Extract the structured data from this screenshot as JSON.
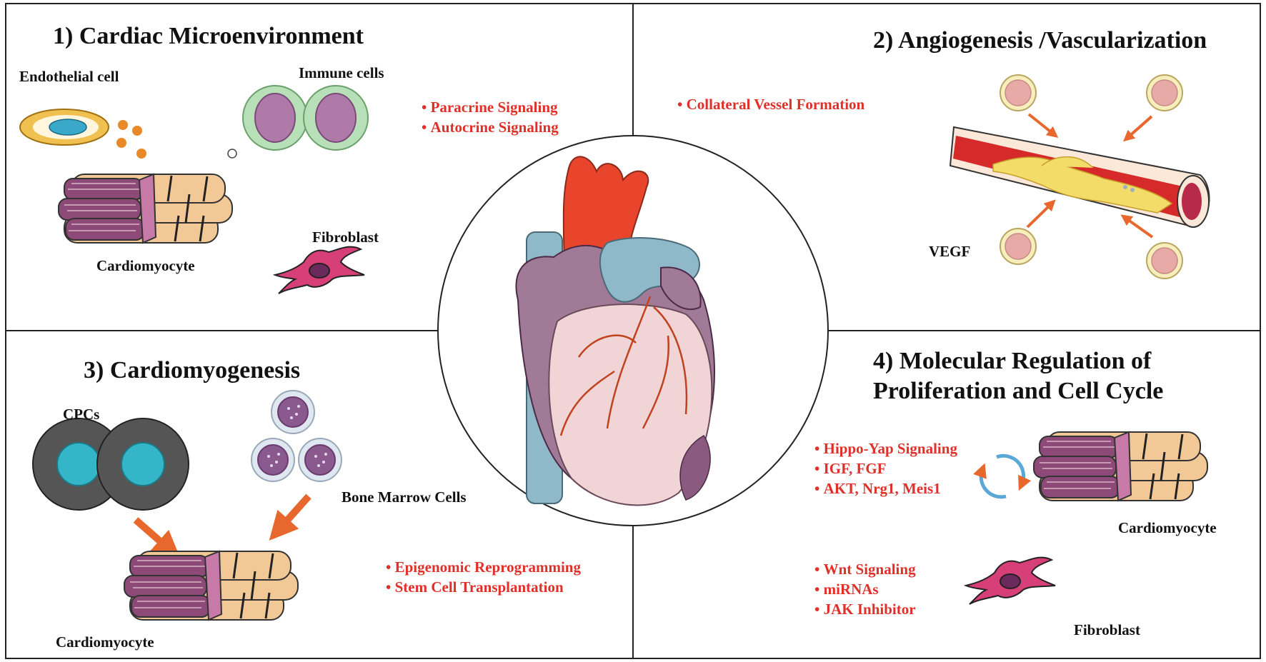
{
  "quadrants": {
    "q1": {
      "title": "1) Cardiac Microenvironment",
      "labels": {
        "endothelial": "Endothelial cell",
        "immune": "Immune cells",
        "fibroblast": "Fibroblast",
        "cardiomyocyte": "Cardiomyocyte"
      },
      "signals": [
        "Paracrine Signaling",
        "Autocrine Signaling"
      ]
    },
    "q2": {
      "title": "2) Angiogenesis /Vascularization",
      "labels": {
        "vegf": "VEGF"
      },
      "signals": [
        "Collateral Vessel Formation"
      ]
    },
    "q3": {
      "title": "3) Cardiomyogenesis",
      "labels": {
        "cpcs": "CPCs",
        "bone_marrow": "Bone Marrow Cells",
        "cardiomyocyte": "Cardiomyocyte"
      },
      "signals": [
        "Epigenomic Reprogramming",
        "Stem Cell Transplantation"
      ]
    },
    "q4": {
      "title_line1": "4) Molecular Regulation of",
      "title_line2": "Proliferation and Cell Cycle",
      "labels": {
        "cardiomyocyte": "Cardiomyocyte",
        "fibroblast": "Fibroblast"
      },
      "signals_a": [
        "Hippo-Yap Signaling",
        "IGF, FGF",
        "AKT, Nrg1, Meis1"
      ],
      "signals_b": [
        "Wnt Signaling",
        "miRNAs",
        "JAK Inhibitor"
      ]
    }
  },
  "colors": {
    "signal_text": "#e0302a",
    "arrow": "#e8672c",
    "aorta": "#e8452c",
    "vessel_blue": "#8fb8c8",
    "heart_pink": "#f0d4d6",
    "heart_purple": "#a07a96",
    "muscle_purple": "#8d4a78",
    "muscle_tan": "#f2c896"
  }
}
